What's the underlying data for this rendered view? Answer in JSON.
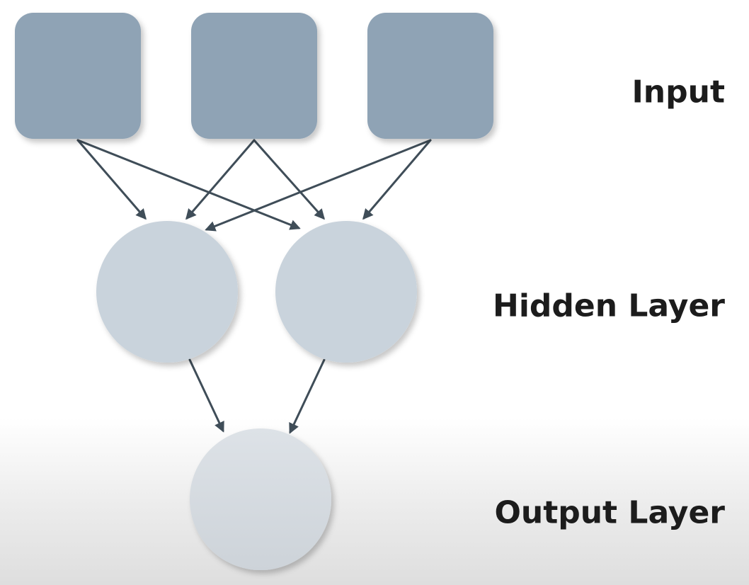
{
  "layers": [
    {
      "key": "input",
      "label": "Input",
      "shape": "rounded-square",
      "color": "#8fa3b5",
      "node_count": 3
    },
    {
      "key": "hidden",
      "label": "Hidden Layer",
      "shape": "circle",
      "color": "#c9d3dc",
      "node_count": 2
    },
    {
      "key": "output",
      "label": "Output Layer",
      "shape": "circle",
      "color": "#d9dee3",
      "node_count": 1
    }
  ],
  "edges": [
    {
      "from": "input-1",
      "to": "hidden-1"
    },
    {
      "from": "input-1",
      "to": "hidden-2"
    },
    {
      "from": "input-2",
      "to": "hidden-1"
    },
    {
      "from": "input-2",
      "to": "hidden-2"
    },
    {
      "from": "input-3",
      "to": "hidden-1"
    },
    {
      "from": "input-3",
      "to": "hidden-2"
    },
    {
      "from": "hidden-1",
      "to": "output-1"
    },
    {
      "from": "hidden-2",
      "to": "output-1"
    }
  ],
  "colors": {
    "arrow": "#3f4d58",
    "label_text": "#1c1c1c"
  }
}
